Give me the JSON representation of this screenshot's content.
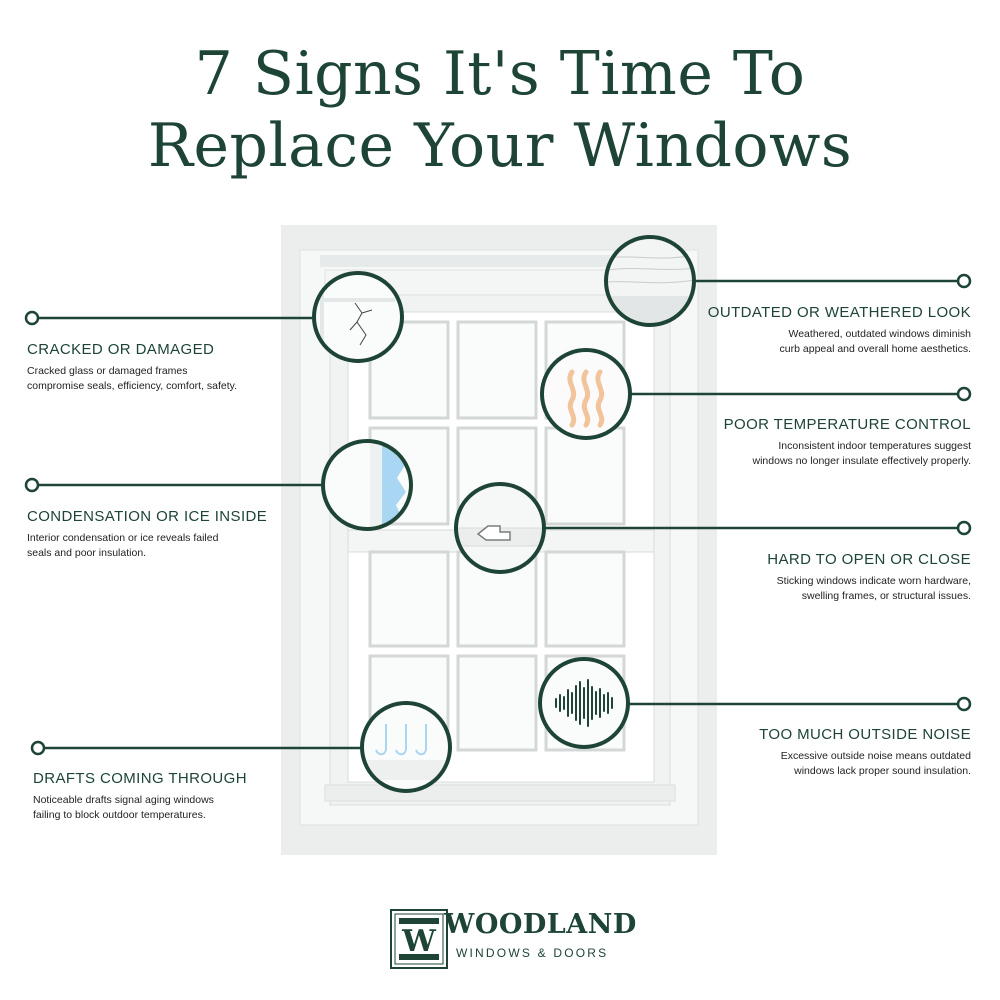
{
  "title": {
    "line1": "7 Signs It's Time To",
    "line2": "Replace Your Windows"
  },
  "signs": {
    "cracked": {
      "heading": "CRACKED OR DAMAGED",
      "line1": "Cracked glass or damaged frames",
      "line2": "compromise seals, efficiency, comfort, safety."
    },
    "condensation": {
      "heading": "CONDENSATION OR ICE INSIDE",
      "line1": "Interior condensation or ice reveals failed",
      "line2": "seals and poor insulation."
    },
    "drafts": {
      "heading": "DRAFTS COMING THROUGH",
      "line1": "Noticeable drafts signal aging windows",
      "line2": "failing to block outdoor temperatures."
    },
    "outdated": {
      "heading": "OUTDATED OR WEATHERED LOOK",
      "line1": "Weathered, outdated windows diminish",
      "line2": "curb appeal and overall home aesthetics."
    },
    "temperature": {
      "heading": "POOR TEMPERATURE CONTROL",
      "line1": "Inconsistent indoor temperatures suggest",
      "line2": "windows no longer insulate effectively properly."
    },
    "hard_open": {
      "heading": "HARD TO OPEN OR CLOSE",
      "line1": "Sticking windows indicate worn hardware,",
      "line2": "swelling frames, or structural issues."
    },
    "noise": {
      "heading": "TOO MUCH OUTSIDE NOISE",
      "line1": "Excessive outside noise means outdated",
      "line2": "windows lack proper sound insulation."
    }
  },
  "logo": {
    "brand": "WOODLAND",
    "tagline": "WINDOWS & DOORS"
  },
  "colors": {
    "accent": "#1d4435",
    "heat": "#f2c49a",
    "ice": "#a9d6f2",
    "frame": "#f4f5f5"
  },
  "icons": [
    "crack-icon",
    "ice-icon",
    "heat-waves-icon",
    "window-latch-icon",
    "draft-icon",
    "sound-wave-icon",
    "weathered-wood-icon"
  ]
}
